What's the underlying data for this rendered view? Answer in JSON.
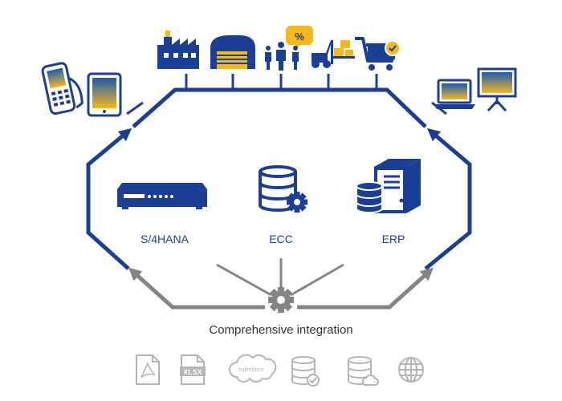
{
  "systems": [
    {
      "label": "S/4HANA",
      "icon": "server-appliance-icon"
    },
    {
      "label": "ECC",
      "icon": "database-gear-icon"
    },
    {
      "label": "ERP",
      "icon": "server-database-icon"
    }
  ],
  "caption": "Comprehensive integration",
  "top_icons": [
    "factory-icon",
    "warehouse-icon",
    "people-discount-icon",
    "forklift-icon",
    "shopping-cart-icon"
  ],
  "left_devices": [
    "handheld-scanner-icon",
    "tablet-icon"
  ],
  "right_devices": [
    "laptop-icon",
    "presentation-screen-icon"
  ],
  "integration_icons": [
    {
      "name": "pdf-file-icon"
    },
    {
      "name": "xlsx-file-icon",
      "text": "XLSX"
    },
    {
      "name": "salesforce-cloud-icon",
      "text": "salesforce"
    },
    {
      "name": "database-check-icon"
    },
    {
      "name": "database-cloud-icon"
    },
    {
      "name": "globe-icon"
    }
  ],
  "colors": {
    "navy": "#1b3f94",
    "gray": "#858585",
    "light_gray": "#b4b4b4",
    "gold": "#f2b81c"
  }
}
